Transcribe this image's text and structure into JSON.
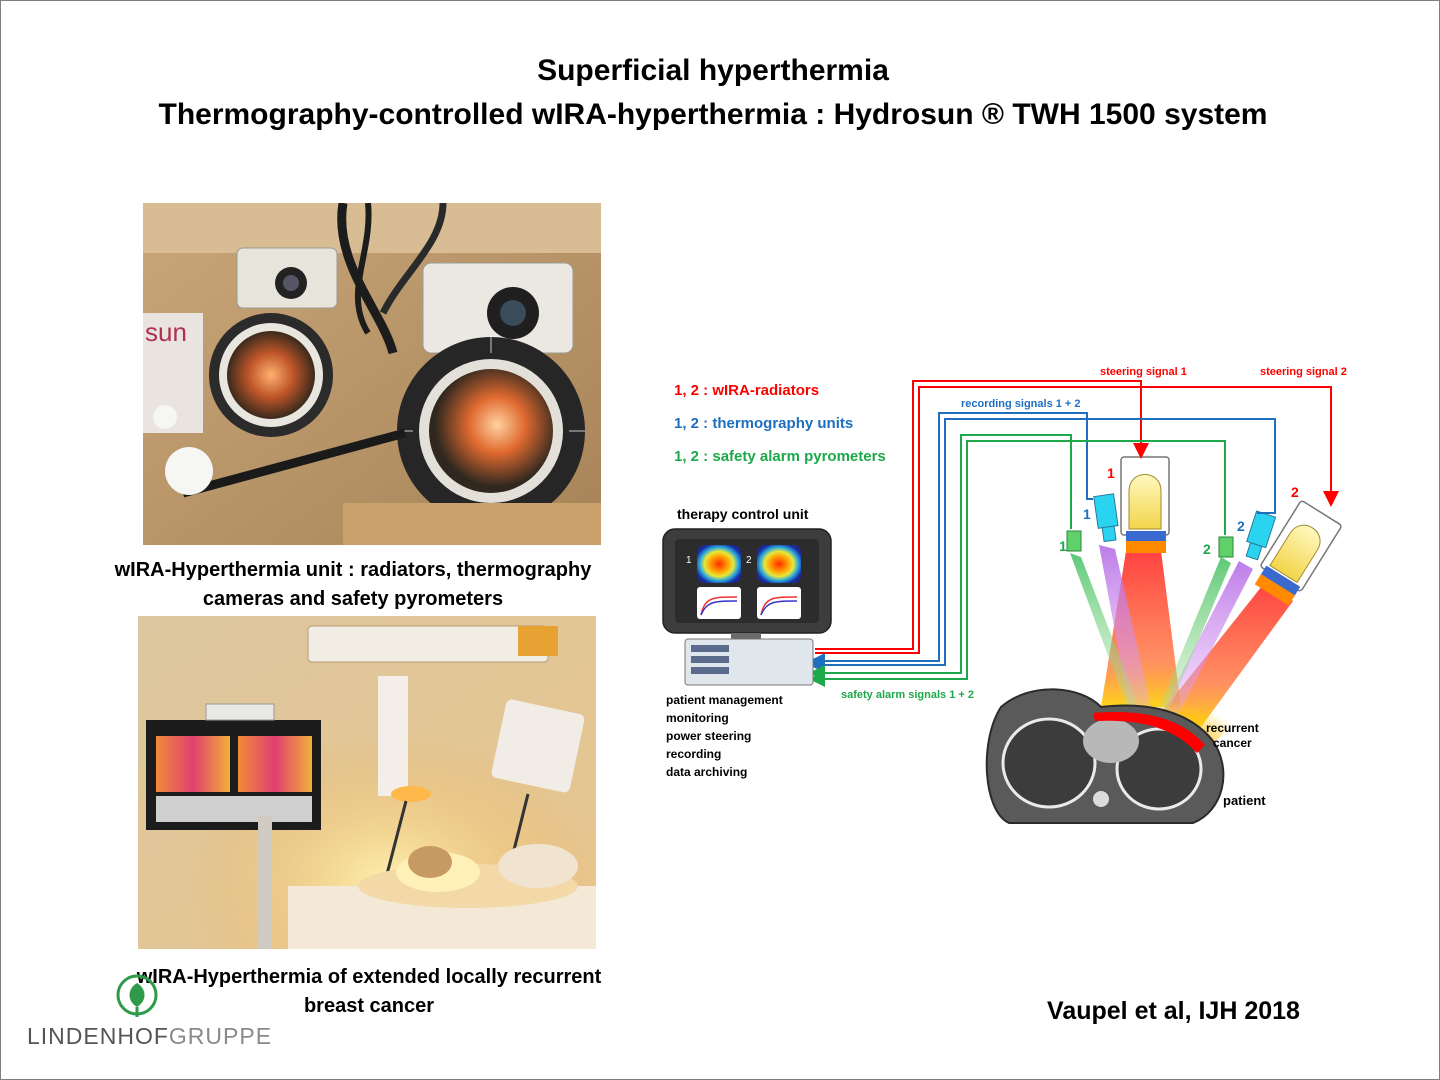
{
  "title": {
    "line1": "Superficial hyperthermia",
    "line2": "Thermography-controlled wIRA-hyperthermia : Hydrosun ® TWH 1500 system"
  },
  "photo1": {
    "caption_line1": "wIRA-Hyperthermia unit : radiators, thermography",
    "caption_line2": "cameras and safety pyrometers",
    "device_label": "sun"
  },
  "photo2": {
    "caption_line1": "wIRA-Hyperthermia of extended locally recurrent",
    "caption_line2": "breast cancer"
  },
  "legend": [
    {
      "text": "1, 2 : wIRA-radiators",
      "color": "#ff0000"
    },
    {
      "text": "1, 2 : thermography units",
      "color": "#1f6fc1"
    },
    {
      "text": "1, 2 : safety alarm pyrometers",
      "color": "#1da84a"
    }
  ],
  "diagram": {
    "control_unit_label": "therapy control unit",
    "screen_numbers": [
      "1",
      "2"
    ],
    "functions": [
      "patient management",
      "monitoring",
      "power steering",
      "recording",
      "data archiving"
    ],
    "signals": {
      "steering1": "steering signal 1",
      "steering2": "steering signal 2",
      "recording": "recording signals 1 + 2",
      "safety": "safety alarm signals 1 + 2"
    },
    "device_numbers": {
      "radiator1": "1",
      "radiator2": "2",
      "camera1": "1",
      "camera2": "2",
      "pyrometer1": "1",
      "pyrometer2": "2"
    },
    "recurrent_cancer_line1": "recurrent",
    "recurrent_cancer_line2": "cancer",
    "patient_label": "patient"
  },
  "citation": "Vaupel et al, IJH 2018",
  "logo": {
    "part1": "LINDENHOF",
    "part2": "GRUPPE"
  },
  "colors": {
    "red": "#ff0000",
    "blue": "#1f6fc1",
    "green": "#1da84a",
    "cyan": "#2ad4f0",
    "violet": "#b56fe6",
    "orange": "#ff8a00"
  }
}
